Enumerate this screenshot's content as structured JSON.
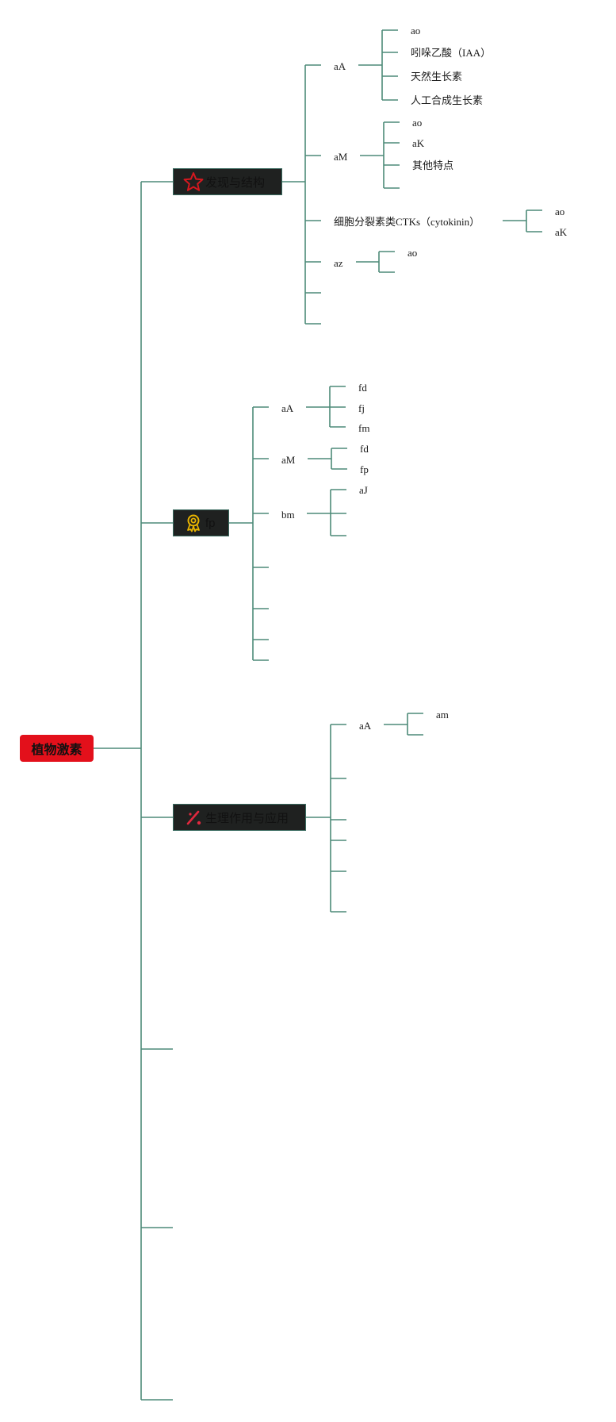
{
  "colors": {
    "connector": "#4d8a78",
    "root_bg": "#e3101b",
    "topic_bg": "#1f2120",
    "topic_border": "#3b6b60",
    "star": "#d6181f",
    "medal": "#e8b400",
    "slash": "#e0283e"
  },
  "root": {
    "label": "植物激素"
  },
  "topics": [
    {
      "label": "发现与结构",
      "icon": "star-icon",
      "children": [
        {
          "label": "aA",
          "children": [
            "ao",
            "吲哚乙酸（IAA）",
            "天然生长素",
            "人工合成生长素"
          ]
        },
        {
          "label": "aM",
          "children": [
            "ao",
            "aK",
            "其他特点",
            ""
          ]
        },
        {
          "label": "细胞分裂素类CTKs（cytokinin）",
          "children": [
            "ao",
            "aK"
          ]
        },
        {
          "label": "az",
          "children": [
            "ao",
            ""
          ]
        },
        {
          "label": "",
          "children": []
        },
        {
          "label": "",
          "children": []
        }
      ]
    },
    {
      "label": "fp",
      "icon": "medal-icon",
      "children": [
        {
          "label": "aA",
          "children": [
            "fd",
            "fj",
            "fm"
          ]
        },
        {
          "label": "aM",
          "children": [
            "fd",
            "fp"
          ]
        },
        {
          "label": "bm",
          "children": [
            "aJ",
            "",
            ""
          ]
        },
        {
          "label": "",
          "children": []
        },
        {
          "label": "",
          "children": []
        },
        {
          "label": "",
          "children": []
        },
        {
          "label": "",
          "children": []
        }
      ]
    },
    {
      "label": "生理作用与应用",
      "icon": "slash-icon",
      "children": [
        {
          "label": "aA",
          "children": [
            "am",
            ""
          ]
        },
        {
          "label": "",
          "children": []
        },
        {
          "label": "",
          "children": []
        },
        {
          "label": "",
          "children": []
        },
        {
          "label": "",
          "children": []
        },
        {
          "label": "",
          "children": []
        }
      ]
    },
    {
      "label": "",
      "children": []
    },
    {
      "label": "",
      "children": []
    },
    {
      "label": "",
      "children": []
    }
  ]
}
